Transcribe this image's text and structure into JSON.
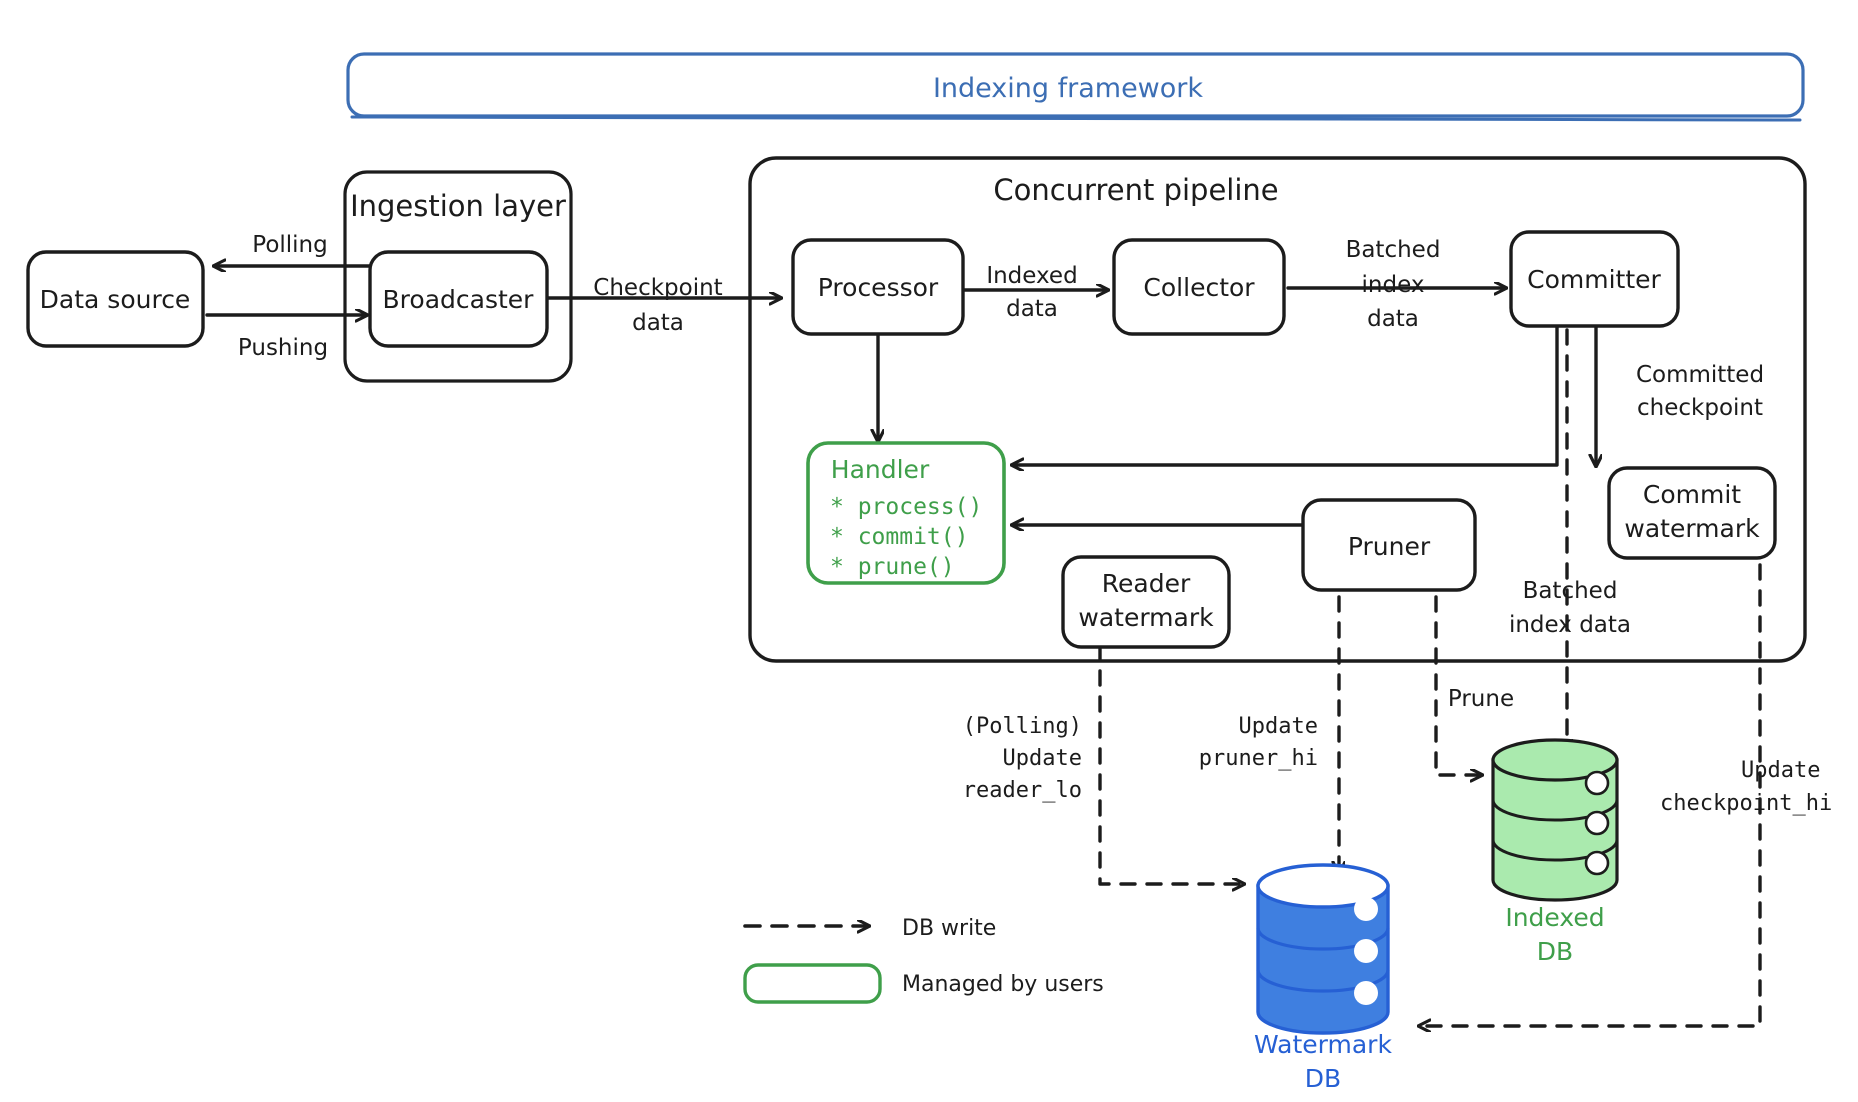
{
  "banner": {
    "title": "Indexing framework",
    "color": "#3c6eb4"
  },
  "groups": [
    {
      "id": "ingestion",
      "title": "Ingestion layer"
    },
    {
      "id": "pipeline",
      "title": "Concurrent pipeline"
    }
  ],
  "nodes": {
    "data_source": "Data source",
    "broadcaster": "Broadcaster",
    "processor": "Processor",
    "collector": "Collector",
    "committer": "Committer",
    "commit_watermark_l1": "Commit",
    "commit_watermark_l2": "watermark",
    "pruner": "Pruner",
    "reader_watermark_l1": "Reader",
    "reader_watermark_l2": "watermark"
  },
  "handler": {
    "title": "Handler",
    "methods": [
      "* process()",
      "* commit()",
      "* prune()"
    ],
    "color": "#3f9f4a"
  },
  "databases": {
    "indexed": {
      "label_l1": "Indexed",
      "label_l2": "DB",
      "color": "#3f9f4a",
      "fill": "#aaeaae"
    },
    "watermark": {
      "label_l1": "Watermark",
      "label_l2": "DB",
      "color": "#2660d4",
      "fill": "#3f7fe0"
    }
  },
  "edges": {
    "polling": "Polling",
    "pushing": "Pushing",
    "checkpoint_data_l1": "Checkpoint",
    "checkpoint_data_l2": "data",
    "indexed_data_l1": "Indexed",
    "indexed_data_l2": "data",
    "batched_index_data_l1": "Batched",
    "batched_index_data_l2": "index",
    "batched_index_data_l3": "data",
    "committed_checkpoint_l1": "Committed",
    "committed_checkpoint_l2": "checkpoint",
    "batched_index_data2_l1": "Batched",
    "batched_index_data2_l2": "index data",
    "prune": "Prune",
    "polling_update_l1": "(Polling)",
    "polling_update_l2": "Update",
    "polling_update_l3": "reader_lo",
    "update_pruner_l1": "Update",
    "update_pruner_l2": "pruner_hi",
    "update_checkpoint_l1": "Update",
    "update_checkpoint_l2": "checkpoint_hi"
  },
  "legend": [
    {
      "kind": "dashed-arrow",
      "label": "DB write",
      "color": "#1c1c1c"
    },
    {
      "kind": "rounded-box",
      "label": "Managed by users",
      "color": "#3f9f4a"
    }
  ]
}
